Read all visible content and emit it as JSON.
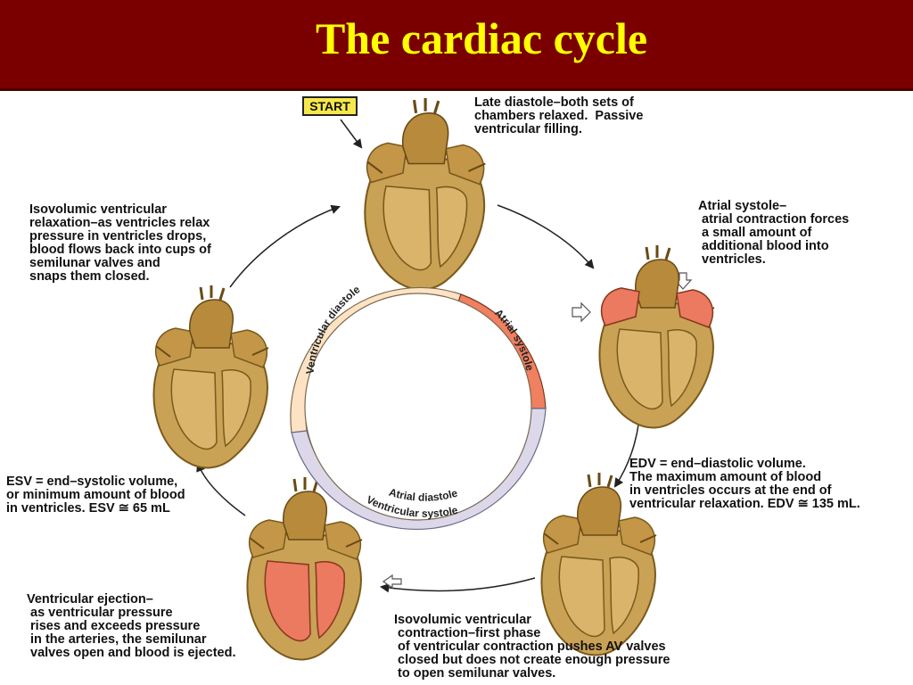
{
  "slide": {
    "title": "The cardiac cycle"
  },
  "start_label": "START",
  "phases": [
    {
      "id": "late-diastole",
      "text": "Late diastole–both sets of\nchambers relaxed.  Passive\nventricular filling."
    },
    {
      "id": "atrial-systole",
      "text": "Atrial systole–\n atrial contraction forces\n a small amount of\n additional blood into\n ventricles."
    },
    {
      "id": "edv",
      "text": "EDV = end–diastolic volume.\nThe maximum amount of blood\nin ventricles occurs at the end of\nventricular relaxation. EDV ≅ 135 mL."
    },
    {
      "id": "isovolumic-contraction",
      "text": "Isovolumic ventricular\n contraction–first phase\n of ventricular contraction pushes AV valves\n closed but does not create enough pressure\n to open semilunar valves."
    },
    {
      "id": "ventricular-ejection",
      "text": "Ventricular ejection–\n as ventricular pressure\n rises and exceeds pressure\n in the arteries, the semilunar\n valves open and blood is ejected."
    },
    {
      "id": "esv",
      "text": "ESV = end–systolic volume,\nor minimum amount of blood\nin ventricles. ESV ≅ 65 mL"
    },
    {
      "id": "isovolumic-relaxation",
      "text": "Isovolumic ventricular\nrelaxation–as ventricles relax\npressure in ventricles drops,\nblood flows back into cups of\nsemilunar valves and\nsnaps them closed."
    }
  ],
  "ring": {
    "labels": {
      "ventricular_diastole": "Ventricular diastole",
      "atrial_systole": "Atrial systole",
      "atrial_diastole": "Atrial diastole",
      "ventricular_systole": "Ventricular systole"
    },
    "colors": {
      "ventricular_diastole": "#fde3c4",
      "atrial_systole": "#f08060",
      "ventricular_systole": "#dcd8ea"
    }
  },
  "colors": {
    "title_bar": "#7a0000",
    "title_text": "#ffff00",
    "heart_muscle": "#c9a256",
    "heart_dark": "#8a6220",
    "heart_light": "#e6c98a",
    "contracting_chamber": "#ec7a60"
  }
}
